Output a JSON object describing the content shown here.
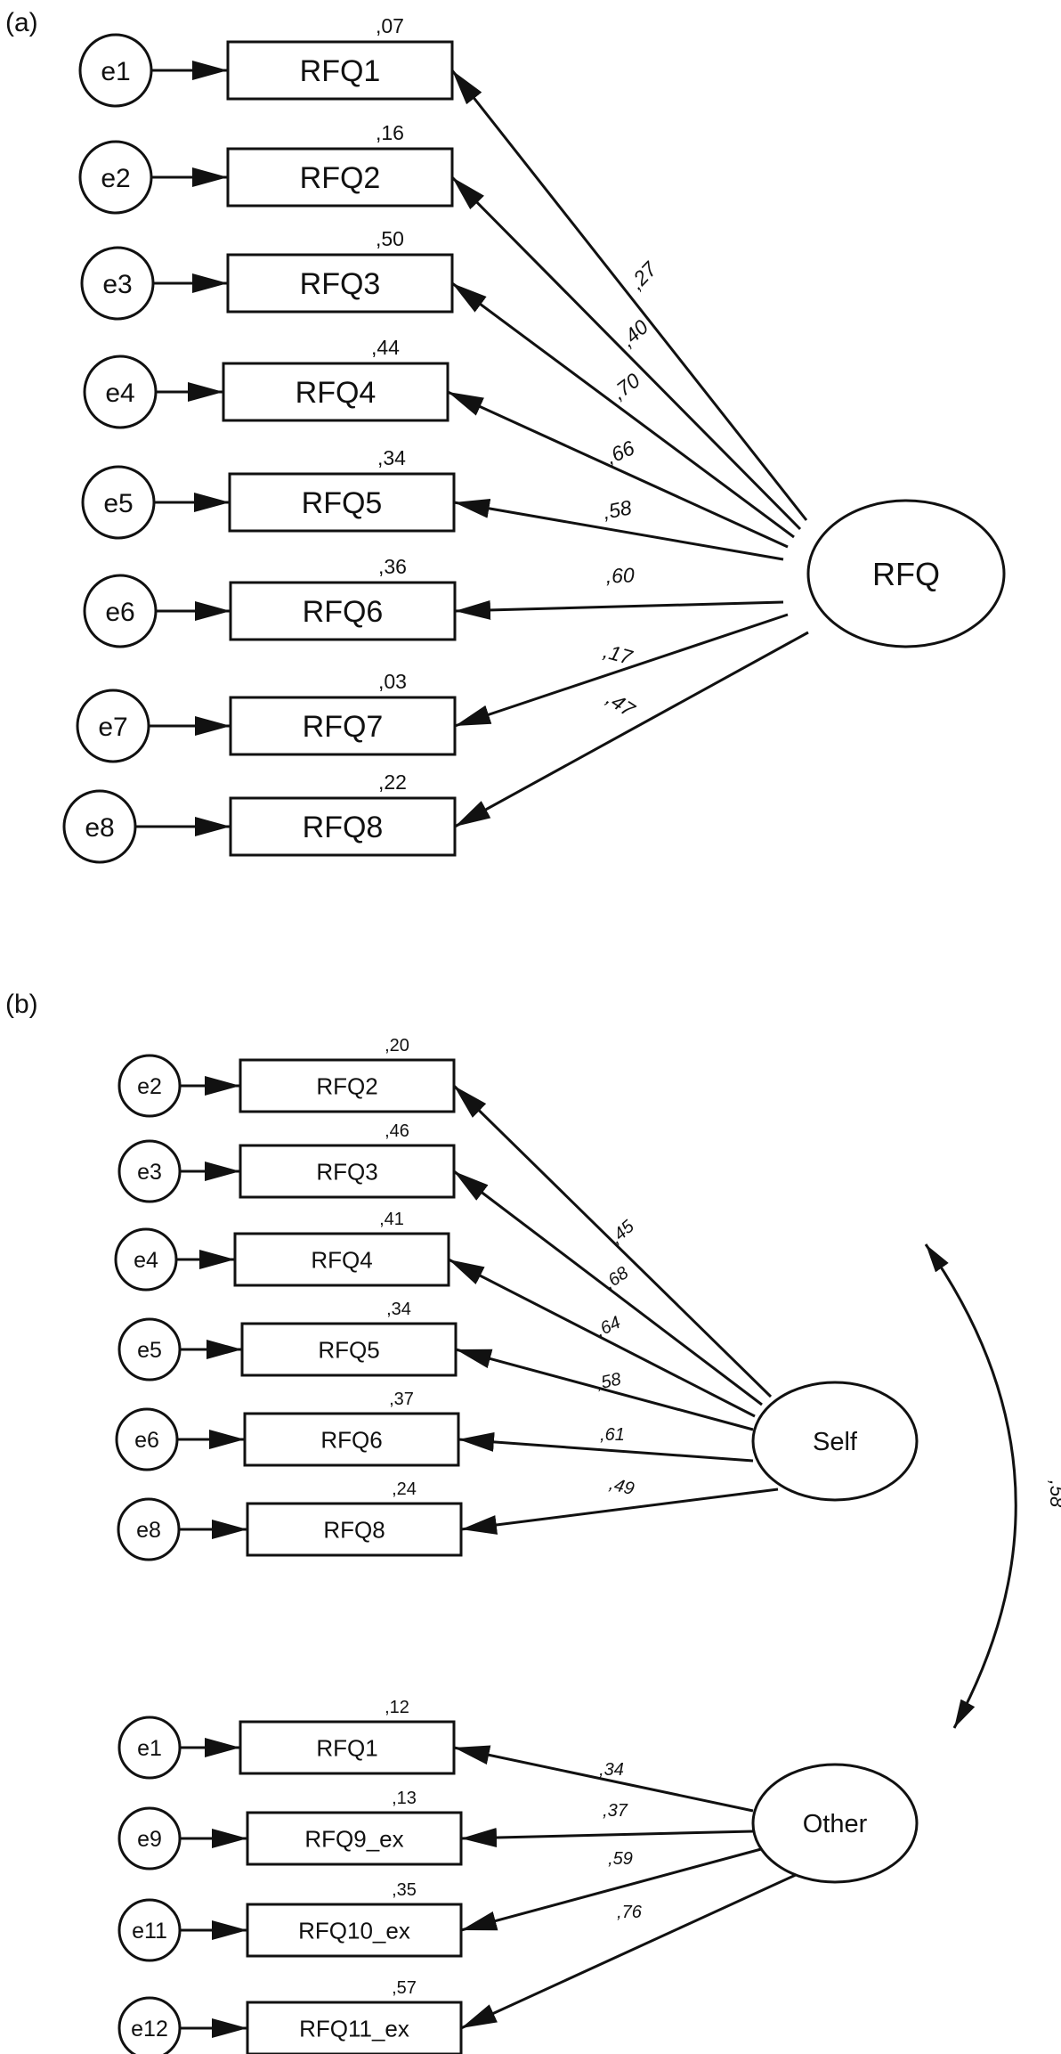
{
  "panel_a": {
    "label": "(a)",
    "latent": "RFQ",
    "items": [
      {
        "error": "e1",
        "name": "RFQ1",
        "r2": ",07",
        "loading": ",27"
      },
      {
        "error": "e2",
        "name": "RFQ2",
        "r2": ",16",
        "loading": ",40"
      },
      {
        "error": "e3",
        "name": "RFQ3",
        "r2": ",50",
        "loading": ",70"
      },
      {
        "error": "e4",
        "name": "RFQ4",
        "r2": ",44",
        "loading": ",66"
      },
      {
        "error": "e5",
        "name": "RFQ5",
        "r2": ",34",
        "loading": ",58"
      },
      {
        "error": "e6",
        "name": "RFQ6",
        "r2": ",36",
        "loading": ",60"
      },
      {
        "error": "e7",
        "name": "RFQ7",
        "r2": ",03",
        "loading": ",17"
      },
      {
        "error": "e8",
        "name": "RFQ8",
        "r2": ",22",
        "loading": ",47"
      }
    ]
  },
  "panel_b": {
    "label": "(b)",
    "factor_self": "Self",
    "factor_other": "Other",
    "correlation": ",58",
    "self_items": [
      {
        "error": "e2",
        "name": "RFQ2",
        "r2": ",20",
        "loading": ",45"
      },
      {
        "error": "e3",
        "name": "RFQ3",
        "r2": ",46",
        "loading": ",68"
      },
      {
        "error": "e4",
        "name": "RFQ4",
        "r2": ",41",
        "loading": ",64"
      },
      {
        "error": "e5",
        "name": "RFQ5",
        "r2": ",34",
        "loading": ",58"
      },
      {
        "error": "e6",
        "name": "RFQ6",
        "r2": ",37",
        "loading": ",61"
      },
      {
        "error": "e8",
        "name": "RFQ8",
        "r2": ",24",
        "loading": ",49"
      }
    ],
    "other_items": [
      {
        "error": "e1",
        "name": "RFQ1",
        "r2": ",12",
        "loading": ",34"
      },
      {
        "error": "e9",
        "name": "RFQ9_ex",
        "r2": ",13",
        "loading": ",37"
      },
      {
        "error": "e11",
        "name": "RFQ10_ex",
        "r2": ",35",
        "loading": ",59"
      },
      {
        "error": "e12",
        "name": "RFQ11_ex",
        "r2": ",57",
        "loading": ",76"
      }
    ]
  }
}
